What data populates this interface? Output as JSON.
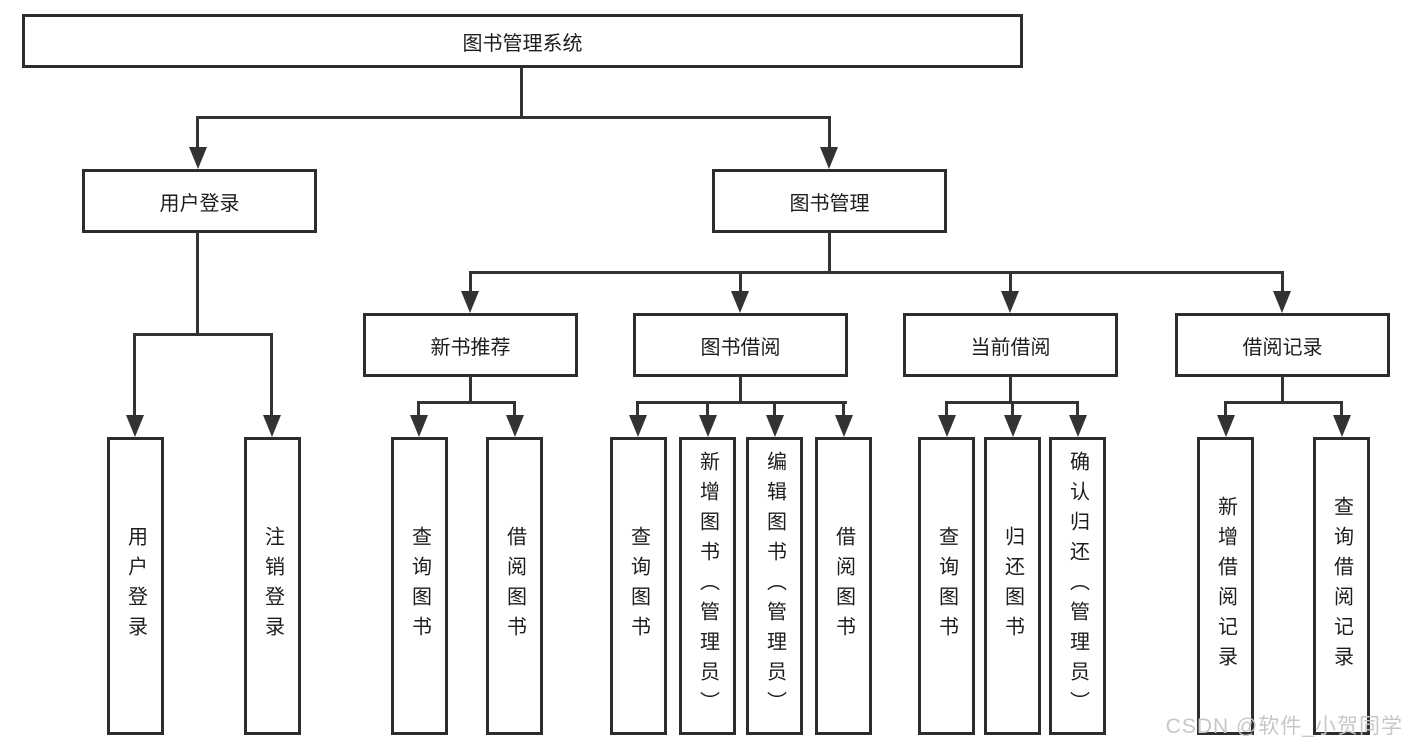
{
  "diagram": {
    "root": {
      "label": "图书管理系统"
    },
    "level2": [
      {
        "label": "用户登录"
      },
      {
        "label": "图书管理"
      }
    ],
    "level3": [
      {
        "label": "新书推荐"
      },
      {
        "label": "图书借阅"
      },
      {
        "label": "当前借阅"
      },
      {
        "label": "借阅记录"
      }
    ],
    "leaves": {
      "user": [
        {
          "label": "用户登录"
        },
        {
          "label": "注销登录"
        }
      ],
      "recommend": [
        {
          "label": "查询图书"
        },
        {
          "label": "借阅图书"
        }
      ],
      "borrow": [
        {
          "label": "查询图书"
        },
        {
          "label": "新增图书（管理员）"
        },
        {
          "label": "编辑图书（管理员）"
        },
        {
          "label": "借阅图书"
        }
      ],
      "current": [
        {
          "label": "查询图书"
        },
        {
          "label": "归还图书"
        },
        {
          "label": "确认归还（管理员）"
        }
      ],
      "records": [
        {
          "label": "新增借阅记录"
        },
        {
          "label": "查询借阅记录"
        }
      ]
    }
  },
  "watermark": {
    "text": "CSDN @软件_小贺同学"
  },
  "colors": {
    "bg": "#ffffff",
    "border": "#2d2d2d",
    "line": "#333333",
    "text": "#1d1d1d",
    "watermark": "#c4c7cb"
  }
}
